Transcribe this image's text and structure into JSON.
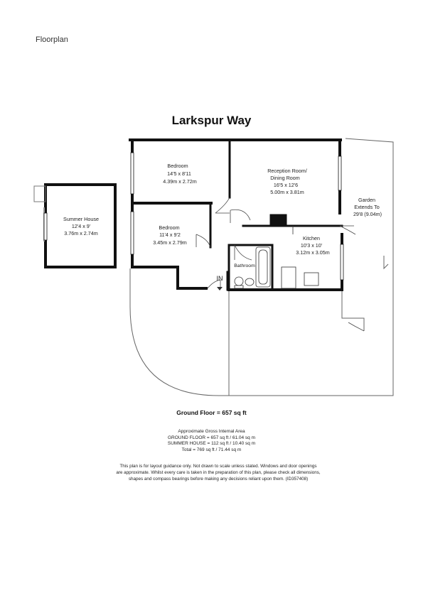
{
  "header": {
    "label": "Floorplan"
  },
  "plan": {
    "title": "Larkspur Way",
    "entrance_label": "IN",
    "rooms": {
      "bedroom_top": {
        "name": "Bedroom",
        "imperial": "14'5 x 8'11",
        "metric": "4.39m x 2.72m"
      },
      "reception": {
        "name": "Reception Room/",
        "name2": "Dining Room",
        "imperial": "16'5 x 12'6",
        "metric": "5.00m x 3.81m"
      },
      "summer_house": {
        "name": "Summer House",
        "imperial": "12'4 x 9'",
        "metric": "3.76m x 2.74m"
      },
      "bedroom_mid": {
        "name": "Bedroom",
        "imperial": "11'4 x 9'2",
        "metric": "3.45m x 2.79m"
      },
      "kitchen": {
        "name": "Kitchen",
        "imperial": "10'3 x 10'",
        "metric": "3.12m x 3.05m"
      },
      "bathroom": {
        "name": "Bathroom"
      },
      "garden": {
        "name": "Garden",
        "name2": "Extends To",
        "imperial": "29'8 (9.04m)"
      }
    }
  },
  "summary": {
    "ground_floor": "Ground Floor = 657 sq ft",
    "area_heading": "Approximate Gross Internal Area",
    "area_lines": [
      "GROUND FLOOR = 657 sq ft / 61.04 sq m",
      "SUMMER HOUSE = 112 sq ft / 10.40 sq m",
      "Total = 769 sq ft / 71.44 sq m"
    ]
  },
  "disclaimer": {
    "lines": [
      "This plan is for layout guidance only. Not drawn to scale unless stated. Windows and door openings",
      "are approximate. Whilst every care is taken in the preparation of this plan, please check all dimensions,",
      "shapes and compass bearings before making any decisions reliant upon them. (ID357408)"
    ]
  }
}
